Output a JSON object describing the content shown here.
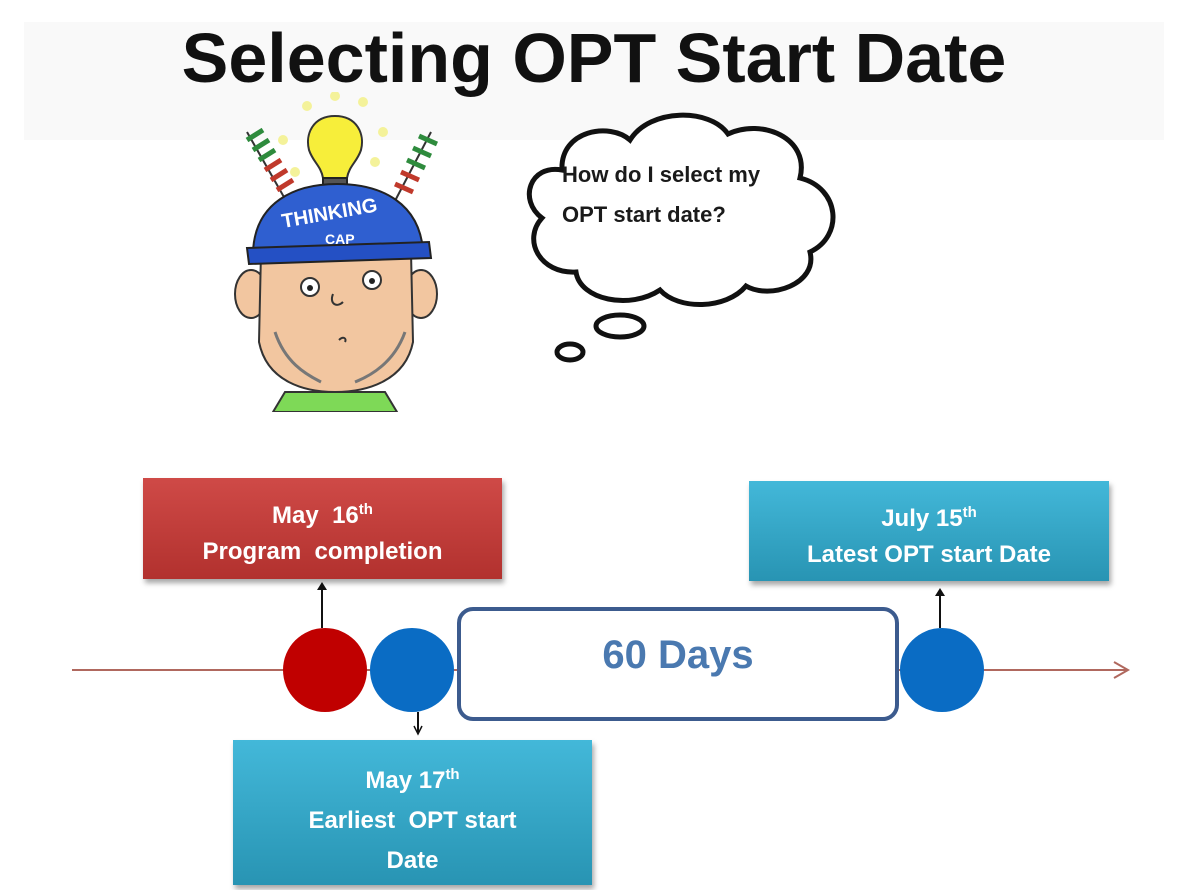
{
  "title": "Selecting OPT Start Date",
  "thought": {
    "line1": "How do I select my",
    "line2": "OPT start date?"
  },
  "illustration": {
    "cap_text": "THINKING",
    "cap_text2": "CAP"
  },
  "milestones": {
    "program_completion": {
      "month": "May",
      "day": "16",
      "suffix": "th",
      "label": "Program  completion",
      "color": "#c0392b"
    },
    "earliest": {
      "month": "May",
      "day": "17",
      "suffix": "th",
      "label1": "Earliest  OPT start",
      "label2": "Date",
      "color": "#33a9cc"
    },
    "latest": {
      "month": "July",
      "day": "15",
      "suffix": "th",
      "label": "Latest OPT start Date",
      "color": "#33a9cc"
    }
  },
  "duration": {
    "label": "60 Days"
  },
  "colors": {
    "red_dot": "#c00000",
    "blue_dot": "#0a6cc4",
    "line": "#b0685e"
  }
}
